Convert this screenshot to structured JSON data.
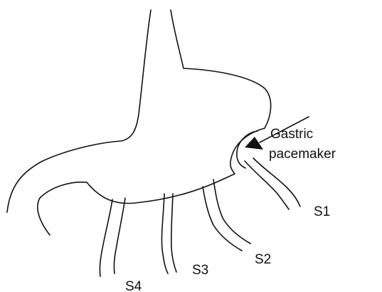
{
  "labels": {
    "pacemaker_line1": "Gastric",
    "pacemaker_line2": "pacemaker",
    "s1": "S1",
    "s2": "S2",
    "s3": "S3",
    "s4": "S4"
  },
  "colors": {
    "ink": "#111111",
    "background": "#ffffff"
  }
}
